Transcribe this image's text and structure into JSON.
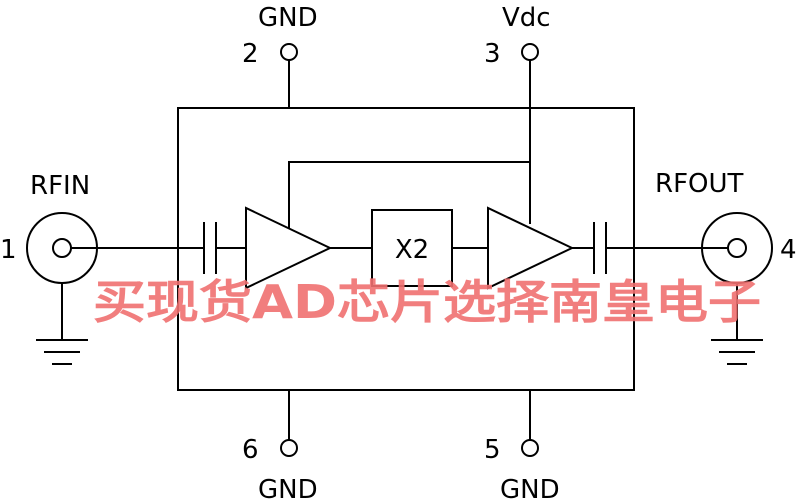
{
  "pins": {
    "p1": {
      "number": "1",
      "name": "RFIN"
    },
    "p2": {
      "number": "2",
      "name": "GND"
    },
    "p3": {
      "number": "3",
      "name": "Vdc"
    },
    "p4": {
      "number": "4",
      "name": "RFOUT"
    },
    "p5": {
      "number": "5",
      "name": "GND"
    },
    "p6": {
      "number": "6",
      "name": "GND"
    }
  },
  "multiplier": {
    "label": "X2"
  },
  "watermark": "买现货AD芯片选择南皇电子"
}
